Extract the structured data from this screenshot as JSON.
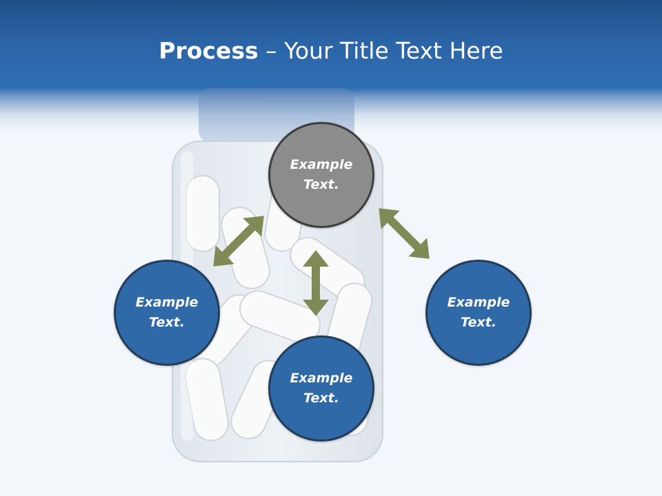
{
  "title": {
    "bold": "Process",
    "rest": " – Your Title Text Here"
  },
  "nodes": {
    "top": "Example Text.",
    "left": "Example Text.",
    "right": "Example Text.",
    "bottom": "Example Text."
  },
  "colors": {
    "header": "#2f6fb3",
    "node_blue": "#2f69a8",
    "node_gray": "#8c8c8c",
    "arrow": "#7f8a57"
  }
}
